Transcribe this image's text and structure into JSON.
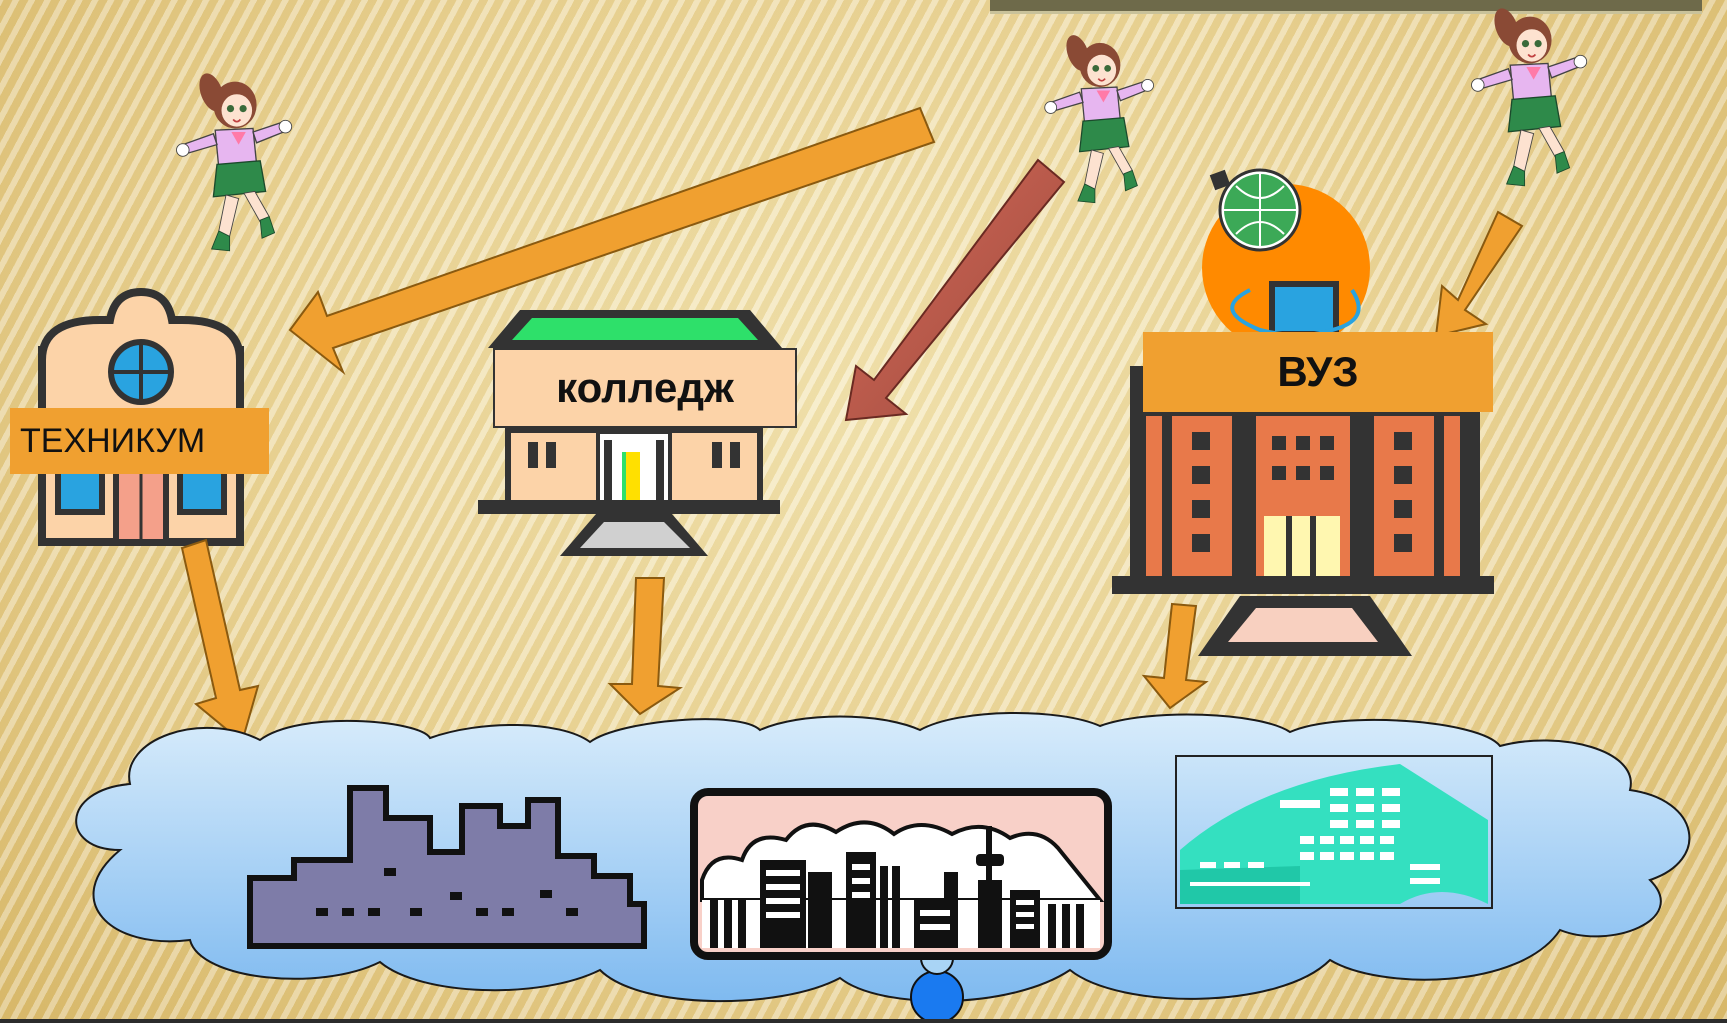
{
  "labels": {
    "tekhnikum": "ТЕХНИКУМ",
    "college": "колледж",
    "vuz": "ВУЗ"
  },
  "colors": {
    "arrow_orange": "#f0a030",
    "arrow_red": "#b85a4e",
    "label_bg_orange": "#f0a030",
    "label_bg_peach": "#fcd3a8",
    "building_salmon": "#fcd3a8",
    "vuz_brick": "#e8794a",
    "cloud_blue": "#a9d4f5",
    "roof_green": "#2ee06a",
    "window_blue": "#29a3e0"
  },
  "icons": [
    "girl-figure-icon",
    "technikum-building-icon",
    "college-building-icon",
    "vuz-building-icon",
    "globe-computer-icon",
    "factory-icon",
    "city-skyline-icon",
    "modern-building-icon"
  ]
}
